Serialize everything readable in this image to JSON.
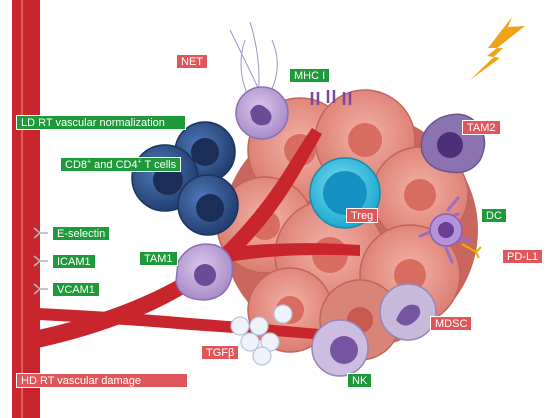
{
  "colors": {
    "green_label": "#1e9a3a",
    "red_label": "#e0575b",
    "vessel": "#c8262c",
    "tumor": "#e8958a",
    "lightning": "#f0a21a"
  },
  "icons": [
    "lightning-bolt-icon",
    "mhc-receptor-icon",
    "selectin-receptor-icon"
  ],
  "labels": {
    "net": "NET",
    "mhc1": "MHC I",
    "tam2": "TAM2",
    "ld_rt": "LD RT vascular normalization",
    "cd8_pre": "CD8",
    "cd8_mid": " and CD4",
    "cd8_post": " T cells",
    "sup_plus": "+",
    "treg": "Treg",
    "dc": "DC",
    "eselectin": "E-selectin",
    "tam1": "TAM1",
    "pdl1": "PD-L1",
    "icam1": "ICAM1",
    "vcam1": "VCAM1",
    "mdsc": "MDSC",
    "tgfb": "TGFβ",
    "hd_rt": "HD RT vascular damage",
    "nk": "NK"
  }
}
